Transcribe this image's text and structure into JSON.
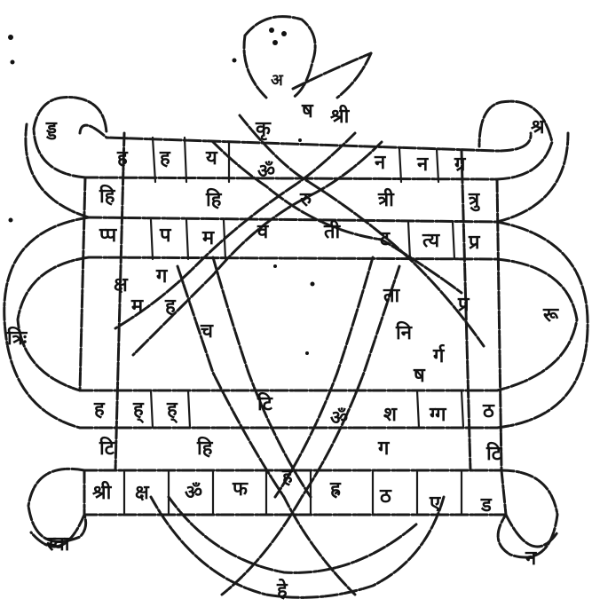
{
  "diagram": {
    "serpent_head_text": "अ",
    "syllables": [
      {
        "id": "tl-loop",
        "text": "ड्ड"
      },
      {
        "id": "r1c1",
        "text": "ह"
      },
      {
        "id": "r1c2",
        "text": "ह"
      },
      {
        "id": "r1c3",
        "text": "य"
      },
      {
        "id": "top1",
        "text": "कृ"
      },
      {
        "id": "top2",
        "text": "ष"
      },
      {
        "id": "top3",
        "text": "श्री"
      },
      {
        "id": "r1c6",
        "text": "न"
      },
      {
        "id": "r1c7",
        "text": "न"
      },
      {
        "id": "r1c8",
        "text": "ग्र"
      },
      {
        "id": "tr-loop",
        "text": "श्र"
      },
      {
        "id": "r2c1",
        "text": "हि"
      },
      {
        "id": "r2c2",
        "text": "हि"
      },
      {
        "id": "mid-om",
        "text": "ॐ"
      },
      {
        "id": "mid-ra",
        "text": "रु"
      },
      {
        "id": "r2c6",
        "text": "त्री"
      },
      {
        "id": "r2c8",
        "text": "त्रु"
      },
      {
        "id": "r3c1",
        "text": "प्प"
      },
      {
        "id": "r3c2",
        "text": "प"
      },
      {
        "id": "r3c3",
        "text": "म"
      },
      {
        "id": "r3c4",
        "text": "व"
      },
      {
        "id": "mid-ti",
        "text": "ती"
      },
      {
        "id": "r3c6",
        "text": "ट"
      },
      {
        "id": "r3c7",
        "text": "त्य"
      },
      {
        "id": "r3c8",
        "text": "प्र"
      },
      {
        "id": "ld1",
        "text": "क्ष"
      },
      {
        "id": "ld2",
        "text": "ग"
      },
      {
        "id": "rd1",
        "text": "ता"
      },
      {
        "id": "rd2",
        "text": "प्र"
      },
      {
        "id": "right-edge",
        "text": "रू"
      },
      {
        "id": "left-edge",
        "text": "त्रिः"
      },
      {
        "id": "lc1",
        "text": "म"
      },
      {
        "id": "lc2",
        "text": "ह"
      },
      {
        "id": "lc3",
        "text": "च"
      },
      {
        "id": "rc1",
        "text": "नि"
      },
      {
        "id": "rc2",
        "text": "ष"
      },
      {
        "id": "rc3",
        "text": "र्ग"
      },
      {
        "id": "r5c1",
        "text": "ह"
      },
      {
        "id": "r5c2",
        "text": "ह्"
      },
      {
        "id": "r5c3",
        "text": "ह्"
      },
      {
        "id": "r5c4",
        "text": "टि"
      },
      {
        "id": "r5c5",
        "text": "ॐ"
      },
      {
        "id": "r5c6",
        "text": "श"
      },
      {
        "id": "r5c7",
        "text": "ग्ग"
      },
      {
        "id": "r5c8",
        "text": "ठ"
      },
      {
        "id": "r6c1",
        "text": "टि"
      },
      {
        "id": "r6c3",
        "text": "हि"
      },
      {
        "id": "r6c5",
        "text": "ग"
      },
      {
        "id": "r6c6",
        "text": "टि"
      },
      {
        "id": "r7c1",
        "text": "श्री"
      },
      {
        "id": "r7c2",
        "text": "क्ष"
      },
      {
        "id": "r7c3",
        "text": "ॐ"
      },
      {
        "id": "r7c4",
        "text": "फ"
      },
      {
        "id": "r7c5",
        "text": "ह"
      },
      {
        "id": "r7c6",
        "text": "ह्र"
      },
      {
        "id": "r7c7",
        "text": "ठ"
      },
      {
        "id": "r7c8",
        "text": "ए"
      },
      {
        "id": "r7c9",
        "text": "ड"
      },
      {
        "id": "bl-loop",
        "text": "स्वा"
      },
      {
        "id": "br-loop",
        "text": "न"
      },
      {
        "id": "bottom",
        "text": "हे"
      }
    ]
  }
}
